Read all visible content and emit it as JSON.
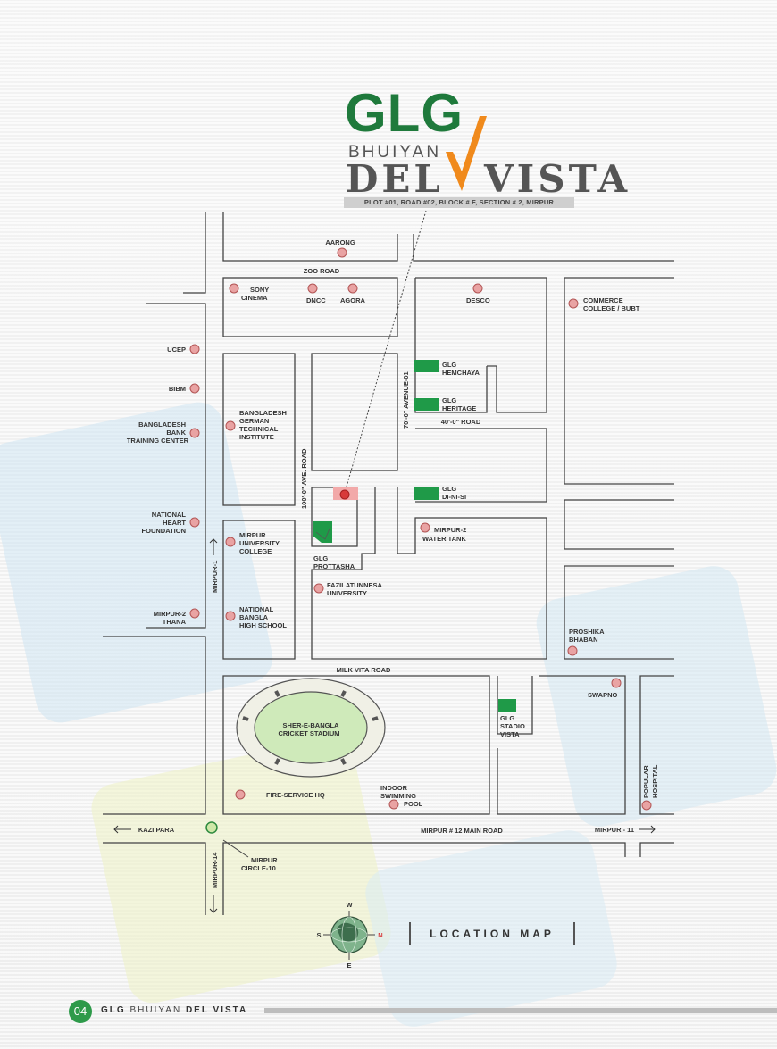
{
  "brand": {
    "glg": "GLG",
    "bhuiyan": "BHUIYAN",
    "del": "DEL",
    "vista": "VISTA",
    "address": "PLOT #01, ROAD #02, BLOCK # F, SECTION # 2, MIRPUR"
  },
  "colors": {
    "green": "#1f9a48",
    "orange": "#f08a1c",
    "poi": "#e9a3a3",
    "road_line": "#444444"
  },
  "roads": {
    "zoo": "ZOO ROAD",
    "avenue1": "70'-0\" AVENUE-01",
    "road40": "40'-0\" ROAD",
    "ave100": "100'-0\" AVE. ROAD",
    "milkvita": "MILK VITA ROAD",
    "mirpur12": "MIRPUR # 12 MAIN ROAD",
    "kazipara": "KAZI PARA",
    "mirpur11": "MIRPUR - 11",
    "mirpur14": "MIRPUR-14",
    "mirpur1": "MIRPUR-1"
  },
  "pois": {
    "aarong": "AARONG",
    "sony1": "SONY",
    "sony2": "CINEMA",
    "dncc": "DNCC",
    "agora": "AGORA",
    "desco": "DESCO",
    "commerce1": "COMMERCE",
    "commerce2": "COLLEGE / BUBT",
    "ucep": "UCEP",
    "bibm": "BIBM",
    "bdbank1": "BANGLADESH",
    "bdbank2": "BANK",
    "bdbank3": "TRAINING CENTER",
    "bgti1": "BANGLADESH",
    "bgti2": "GERMAN",
    "bgti3": "TECHNICAL",
    "bgti4": "INSTITUTE",
    "nhf1": "NATIONAL",
    "nhf2": "HEART",
    "nhf3": "FOUNDATION",
    "muc1": "MIRPUR",
    "muc2": "UNIVERSITY",
    "muc3": "COLLEGE",
    "m2thana1": "MIRPUR-2",
    "m2thana2": "THANA",
    "nbhs1": "NATIONAL",
    "nbhs2": "BANGLA",
    "nbhs3": "HIGH SCHOOL",
    "fazila1": "FAZILATUNNESA",
    "fazila2": "UNIVERSITY",
    "watertank1": "MIRPUR-2",
    "watertank2": "WATER TANK",
    "proshika1": "PROSHIKA",
    "proshika2": "BHABAN",
    "swapno": "SWAPNO",
    "stadium1": "SHER-E-BANGLA",
    "stadium2": "CRICKET STADIUM",
    "fire": "FIRE-SERVICE HQ",
    "pool1": "INDOOR",
    "pool2": "SWIMMING",
    "pool3": "POOL",
    "popular1": "POPULAR",
    "popular2": "HOSPITAL",
    "circle1": "MIRPUR",
    "circle2": "CIRCLE-10"
  },
  "projects": {
    "hemchaya1": "GLG",
    "hemchaya2": "HEMCHAYA",
    "heritage1": "GLG",
    "heritage2": "HERITAGE",
    "dinisi1": "GLG",
    "dinisi2": "DI-NI-SI",
    "prottasha1": "GLG",
    "prottasha2": "PROTTASHA",
    "stadio1": "GLG",
    "stadio2": "STADIO",
    "stadio3": "VISTA"
  },
  "compass": {
    "w": "W",
    "s": "S",
    "n": "N",
    "e": "E"
  },
  "legend": "LOCATION MAP",
  "footer": {
    "page": "04",
    "glg": "GLG",
    "bhuiyan": "BHUIYAN",
    "delvista": "DEL VISTA"
  }
}
